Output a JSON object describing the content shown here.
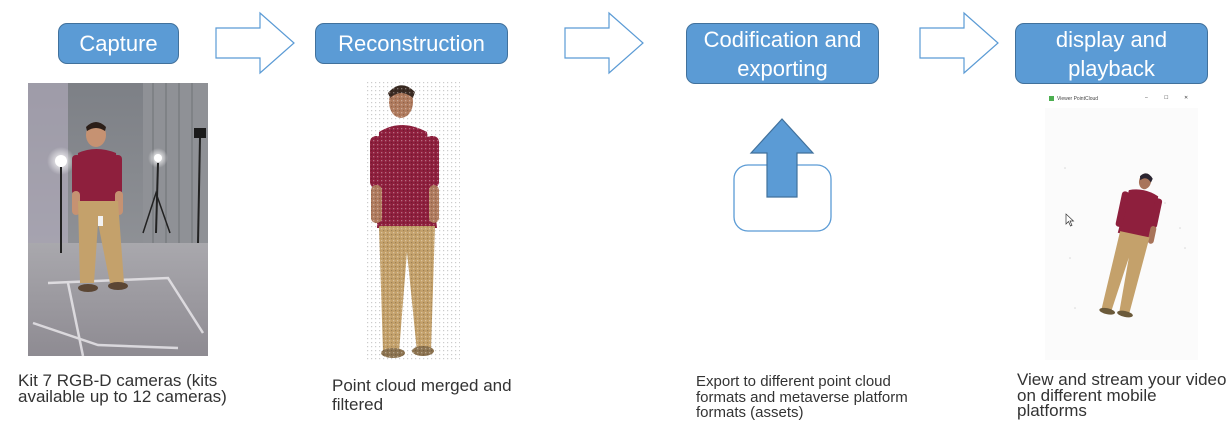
{
  "stages": [
    {
      "label": "Capture"
    },
    {
      "label": "Reconstruction"
    },
    {
      "label": "Codification and exporting"
    },
    {
      "label": "display and playback"
    }
  ],
  "captions": [
    "Kit 7 RGB-D cameras (kits available up to 12 cameras)",
    "Point cloud merged and filtered",
    "Export to different point cloud formats and metaverse platform formats (assets)",
    "View and stream your video on different mobile platforms"
  ],
  "viewer": {
    "window_title": "Viewer PointCloud",
    "minimize": "–",
    "maximize": "☐",
    "close": "✕"
  },
  "colors": {
    "stage_fill": "#5b9bd5",
    "stage_border": "#41719c",
    "arrow_outline": "#5b9bd5",
    "shirt": "#8e1f3d",
    "pants": "#c4a16b"
  }
}
